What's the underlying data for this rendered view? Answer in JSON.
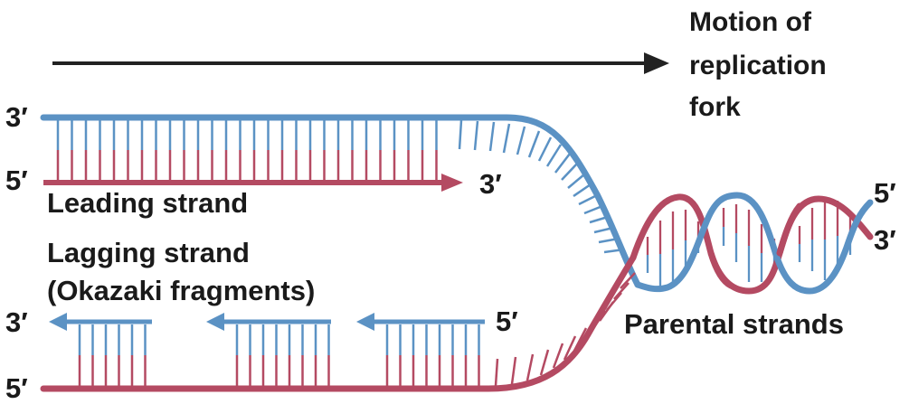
{
  "labels": {
    "motion_line1": "Motion of",
    "motion_line2": "replication",
    "motion_line3": "fork",
    "top_left_3prime": "3′",
    "top_left_5prime": "5′",
    "leading_end_3prime": "3′",
    "leading_strand": "Leading strand",
    "lagging_strand": "Lagging strand",
    "okazaki": "(Okazaki fragments)",
    "bottom_left_3prime": "3′",
    "bottom_left_5prime": "5′",
    "lagging_5prime": "5′",
    "parental_strands": "Parental strands",
    "right_5prime": "5′",
    "right_3prime": "3′"
  },
  "colors": {
    "blue_strand": "#5b92c4",
    "red_strand": "#b44a62",
    "arrow": "#222222"
  }
}
